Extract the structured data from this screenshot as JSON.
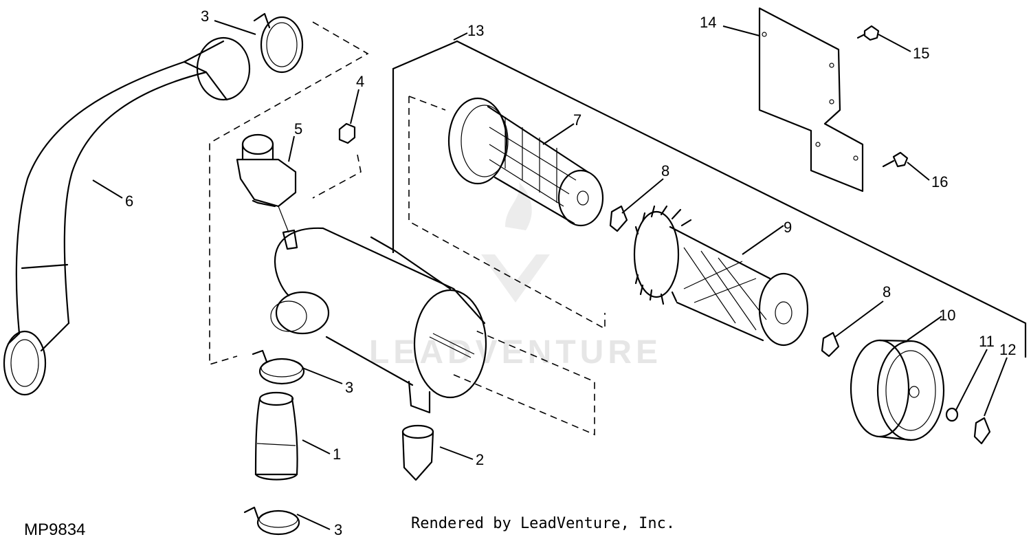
{
  "figure_id": "MP9834",
  "footer_text": "Rendered by LeadVenture, Inc.",
  "watermark": "LEADVENTURE",
  "callouts": {
    "c1": "1",
    "c2": "2",
    "c3_top": "3",
    "c3_mid": "3",
    "c3_bottom": "3",
    "c4": "4",
    "c5": "5",
    "c6": "6",
    "c7": "7",
    "c8_upper": "8",
    "c8_lower": "8",
    "c9": "9",
    "c10": "10",
    "c11": "11",
    "c12": "12",
    "c13": "13",
    "c14": "14",
    "c15": "15",
    "c16": "16"
  }
}
